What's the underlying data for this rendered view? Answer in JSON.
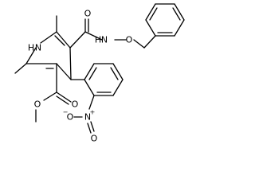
{
  "molecule": {
    "atom_labels": {
      "nh": "H",
      "nh_n": "N",
      "amide_o": "O",
      "amide_nh": "N",
      "amide_nh_h": "H",
      "oxy_o": "O",
      "ester_o_double": "O",
      "ester_o_single": "O",
      "nitro_n": "N",
      "nitro_plus": "+",
      "nitro_o_minus": "O",
      "minus_sign": "−",
      "nitro_o": "O"
    }
  }
}
